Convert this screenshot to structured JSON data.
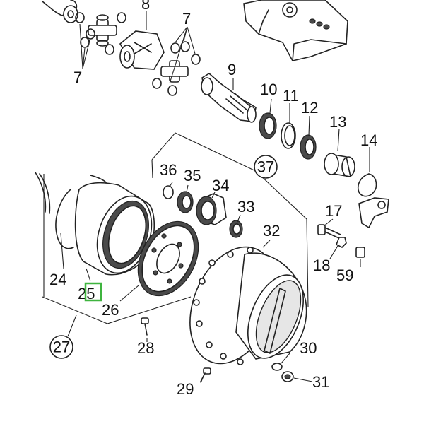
{
  "callouts": {
    "c7a": "7",
    "c7b": "7",
    "c8": "8",
    "c9": "9",
    "c10": "10",
    "c11": "11",
    "c12": "12",
    "c13": "13",
    "c14": "14",
    "c17": "17",
    "c18": "18",
    "c59": "59",
    "c24": "24",
    "c25": "25",
    "c26": "26",
    "c27": "27",
    "c28": "28",
    "c29": "29",
    "c30": "30",
    "c31": "31",
    "c32": "32",
    "c33": "33",
    "c34": "34",
    "c35": "35",
    "c36": "36",
    "c37": "37"
  },
  "highlight": {
    "part": "25",
    "color": "#3fb43f"
  }
}
